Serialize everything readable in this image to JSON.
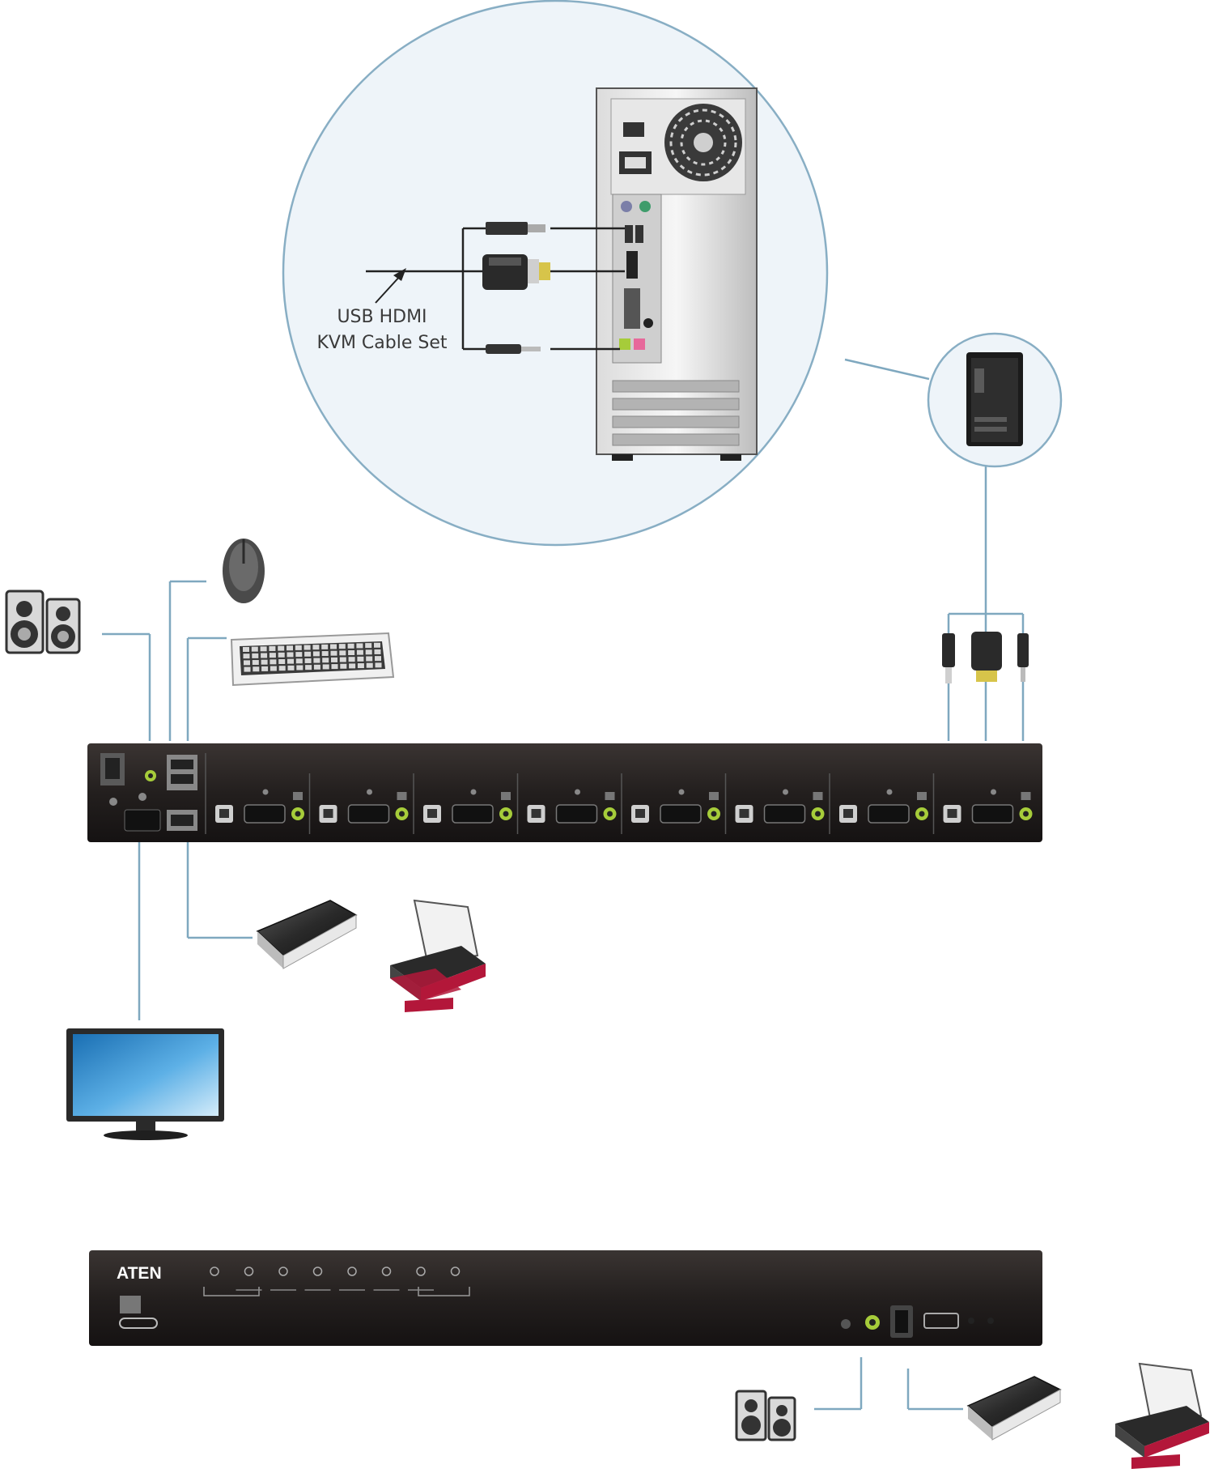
{
  "callout": {
    "label_line1": "USB HDMI",
    "label_line2": "KVM Cable Set"
  },
  "front_panel": {
    "brand": "ATEN"
  },
  "kvm_port_count": 8,
  "colors": {
    "cable": "#7fa8bf",
    "callout_border": "#88aec4",
    "callout_fill": "#eef4f9",
    "chassis": "#1f1b1a",
    "audio_green": "#a6cc3a",
    "audio_pink": "#e7699b",
    "printer_red": "#b3173a",
    "monitor_blue": "#2f86c4"
  }
}
